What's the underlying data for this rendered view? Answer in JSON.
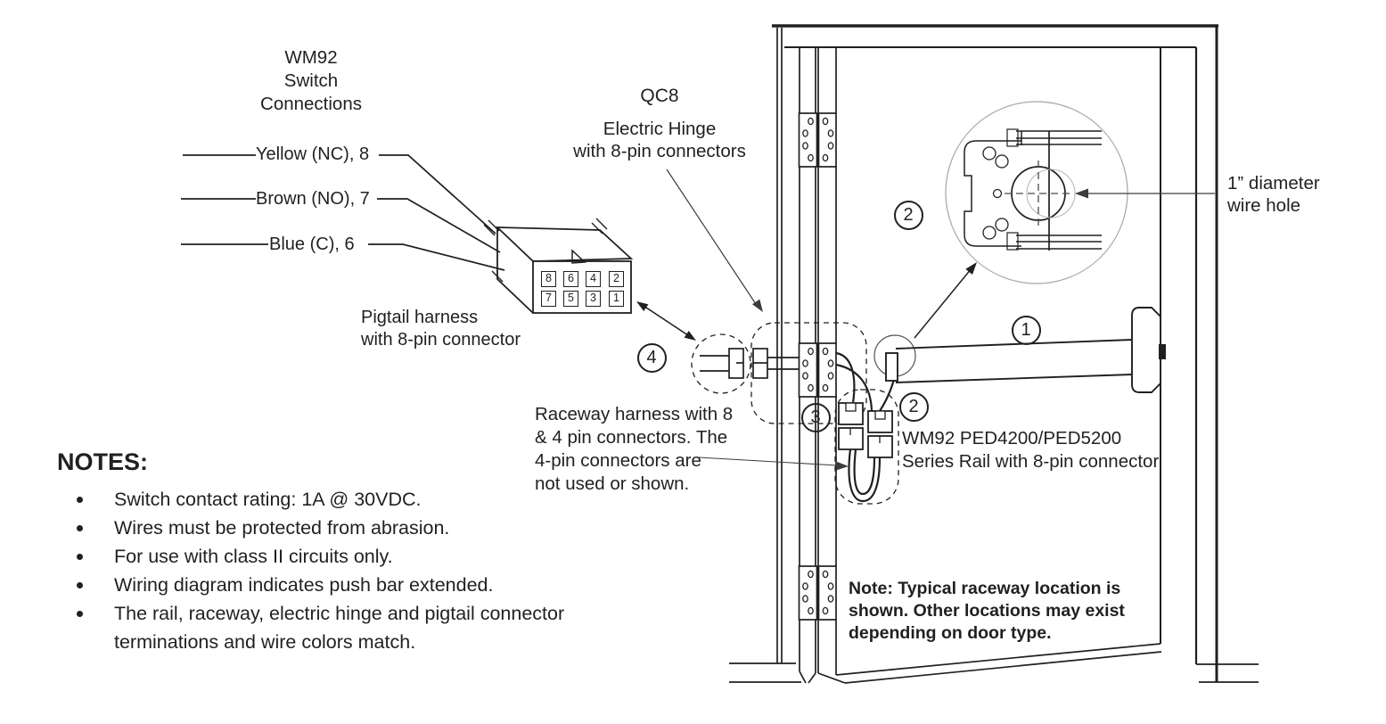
{
  "colors": {
    "ink": "#231f20",
    "leader": "#3c3c3c",
    "light_circle": "#a9a9a9"
  },
  "switch_connections": {
    "title1": "WM92",
    "title2": "Switch",
    "title3": "Connections",
    "wire1": "Yellow (NC), 8",
    "wire2": "Brown (NO), 7",
    "wire3": "Blue (C), 6"
  },
  "pigtail": {
    "line1": "Pigtail harness",
    "line2": "with 8-pin connector",
    "pins_row1": [
      "8",
      "6",
      "4",
      "2"
    ],
    "pins_row2": [
      "7",
      "5",
      "3",
      "1"
    ]
  },
  "qc8": {
    "line1": "QC8",
    "line2": "Electric Hinge",
    "line3": "with 8-pin connectors"
  },
  "raceway": {
    "line1": "Raceway harness with 8",
    "line2": "& 4 pin connectors. The",
    "line3": "4-pin connectors are",
    "line4": "not used or shown."
  },
  "rail": {
    "line1": "WM92 PED4200/PED5200",
    "line2": "Series Rail with 8-pin connector"
  },
  "wire_hole": {
    "line1": "1” diameter",
    "line2": "wire hole"
  },
  "door_note": {
    "line1": "Note: Typical raceway location is",
    "line2": "shown. Other locations may exist",
    "line3": "depending on door type."
  },
  "notes": {
    "heading": "NOTES:",
    "items": [
      "Switch contact rating: 1A @ 30VDC.",
      "Wires must be protected from abrasion.",
      "For use with class II circuits only.",
      "Wiring diagram indicates push bar extended.",
      "The rail, raceway, electric hinge and pigtail connector terminations and wire colors match."
    ]
  },
  "callouts": {
    "c1": "1",
    "c2": "2",
    "c3": "3",
    "c4": "4"
  }
}
